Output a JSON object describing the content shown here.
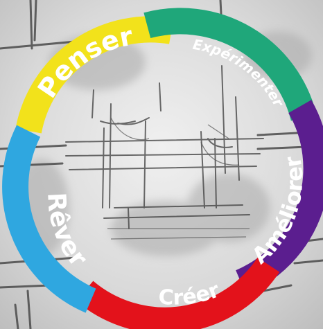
{
  "diagram": {
    "segments": [
      {
        "id": "penser",
        "label": "Penser",
        "color": "#f2e21b"
      },
      {
        "id": "experimenter",
        "label": "Expérimenter",
        "color": "#1fa77a"
      },
      {
        "id": "ameliorer",
        "label": "Améliorer",
        "color": "#5b1e8f"
      },
      {
        "id": "creer",
        "label": "Créer",
        "color": "#e3121b"
      },
      {
        "id": "rever",
        "label": "Rêver",
        "color": "#2fa7e0"
      }
    ]
  }
}
